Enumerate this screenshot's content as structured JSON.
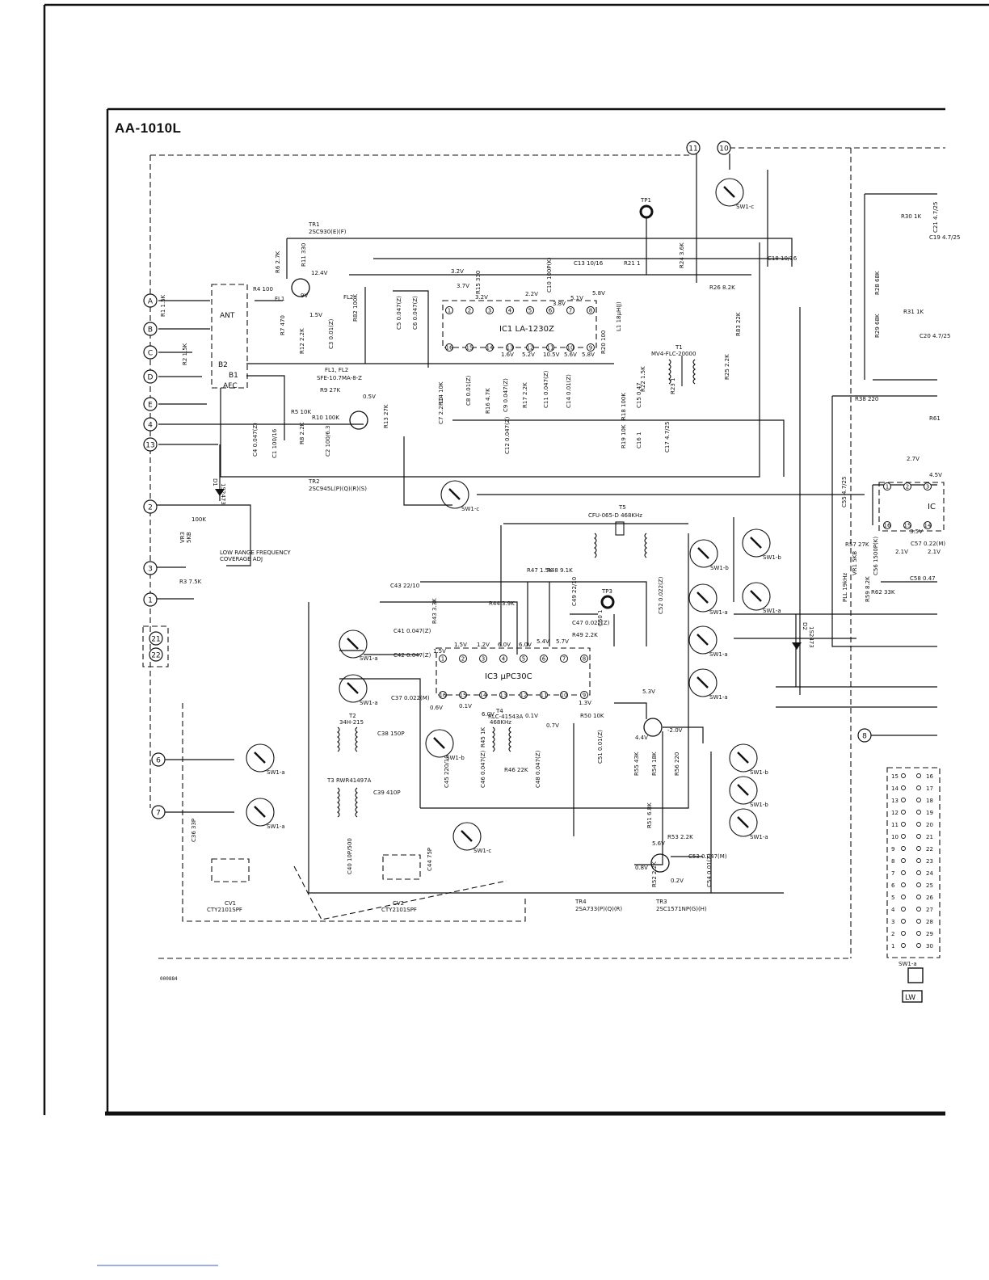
{
  "title": "AA-1010L",
  "doc_number": "000884",
  "connectors": [
    {
      "id": "A"
    },
    {
      "id": "B"
    },
    {
      "id": "C"
    },
    {
      "id": "D"
    },
    {
      "id": "E"
    },
    {
      "id": "4"
    },
    {
      "id": "13"
    },
    {
      "id": "2"
    },
    {
      "id": "3"
    },
    {
      "id": "1"
    },
    {
      "id": "21"
    },
    {
      "id": "22"
    },
    {
      "id": "6"
    },
    {
      "id": "7"
    },
    {
      "id": "11"
    },
    {
      "id": "10"
    },
    {
      "id": "8"
    }
  ],
  "module": {
    "ant": "ANT",
    "afc": "AFC",
    "b2": "B2",
    "b1": "B1"
  },
  "ics": [
    {
      "id": "ic1",
      "name": "IC1  LA-1230Z",
      "top_pins": [
        "1",
        "2",
        "3",
        "4",
        "5",
        "6",
        "7",
        "8"
      ],
      "bottom_pins": [
        "16",
        "15",
        "14",
        "13",
        "12",
        "11",
        "10",
        "9"
      ]
    },
    {
      "id": "ic3",
      "name": "IC3  μPC30C",
      "top_pins": [
        "1",
        "2",
        "3",
        "4",
        "5",
        "6",
        "7",
        "8"
      ],
      "bottom_pins": [
        "16",
        "15",
        "14",
        "13",
        "12",
        "11",
        "10",
        "9"
      ]
    },
    {
      "id": "ic2",
      "name": "IC",
      "top_pins": [
        "1",
        "2",
        "3"
      ],
      "bottom_pins": [
        "16",
        "15",
        "14"
      ]
    }
  ],
  "transistors": {
    "tr1": "TR1\n2SC930(E)(F)",
    "tr2": "TR2\n2SC945L(P)(Q)(R)(S)",
    "tr4": "TR4\n2SA733(P)(Q)(R)",
    "tr3": "TR3\n2SC1571NP(G)(H)"
  },
  "labels": {
    "tp1": "TP1",
    "tp3": "TP3",
    "fl12": "FL1, FL2",
    "sfe": "SFE-10.7MA-8-Z",
    "t1": "T1",
    "t1p": "MV4-FLC-20000",
    "t5": "T5",
    "t5p": "CFU-065-D 468KHz",
    "t2": "T2",
    "t2p": "34H-215",
    "t3": "T3 RWR41497A",
    "t4": "T4",
    "t4p": "RLC-41543A",
    "t4f": "468KHz",
    "d1": "D1",
    "d1p": "1S2473",
    "d2": "D2",
    "d2p": "1S2473",
    "vr3": "VR3",
    "vr3v": "5KB",
    "lowrange1": "LOW RANGE FREQUENCY",
    "lowrange2": "COVERAGE ADJ",
    "cv1": "CV1",
    "cv1p": "CTY2101SPF",
    "cv2": "CV2",
    "cv2p": "CTY2101SPF",
    "pll": "PLL 19kHz",
    "lw": "LW",
    "swi_a": "SW1-a"
  },
  "components": [
    "R1 1.5K",
    "R2 1.5K",
    "R4 100",
    "FL1",
    "FL2",
    "R6 2.7K",
    "R11 330",
    "R7 470",
    "R12 2.2K",
    "C3 0.01(Z)",
    "R82 100K",
    "R9 27K",
    "R10 100K",
    "R5 10K",
    "R8 2.2K",
    "C1 100/16",
    "C2 100/6.3",
    "C4 0.047(Z)",
    "R13 27K",
    "C5 0.047(Z)",
    "C6 0.047(Z)",
    "R15 330",
    "C10 100P(K)",
    "C13 10/16",
    "R21 1",
    "R24 3.6K",
    "R26 8.2K",
    "C18 10/16",
    "R20 100",
    "L1 18μH(J)",
    "R83 22K",
    "R25 2.2K",
    "R22 1.5K",
    "R23 1",
    "R14 10K",
    "C7 2.2 10",
    "C8 0.01(Z)",
    "R16 4.7K",
    "C9 0.047(Z)",
    "R17 2.2K",
    "C11 0.047(Z)",
    "C14 0.01(Z)",
    "R18 100K",
    "C15 0.47",
    "R19 10K",
    "C16 1",
    "C17 4.7/25",
    "C12 0.047(Z)",
    "R30 1K",
    "C21 4.7/25",
    "C19 4.7/25",
    "R28 68K",
    "R31 1K",
    "R29 68K",
    "C20 4.7/25",
    "R38 220",
    "R61",
    "C55 4.7/25",
    "R57 27K",
    "VR1 5KB",
    "C56 1500P(K)",
    "C57 0.22(M)",
    "C58 0.47",
    "R59 8.2K",
    "R62 33K",
    "C43 22/10",
    "R44 3.9K",
    "R47 1.5K",
    "R48 9.1K",
    "C49 22/10",
    "C47 0.022(Z)",
    "C50 1",
    "R49 2.2K",
    "C52 0.022(Z)",
    "R43 3.3K",
    "C41 0.047(Z)",
    "C42 0.047(Z)",
    "C37 0.022(M)",
    "C38 150P",
    "C39 410P",
    "R45 1K",
    "R46 22K",
    "C45 220/10",
    "C46 0.047(Z)",
    "C48 0.047(Z)",
    "R50 10K",
    "C51 0.01(Z)",
    "R55 43K",
    "R54 18K",
    "R56 220",
    "R51 6.8K",
    "R53 2.2K",
    "C53 0.047(M)",
    "R52 2.2K",
    "C54 0.01(Z)",
    "C36 33P",
    "C40 10P/500",
    "C44 75P",
    "R3 7.5K",
    "100K"
  ],
  "voltages": [
    "12.4V",
    "9V",
    "1.5V",
    "0.5V",
    "3.2V",
    "3.7V",
    "3.2V",
    "2.2V",
    "3.8V",
    "5.1V",
    "5.8V",
    "1.6V",
    "5.2V",
    "10.5V",
    "5.6V",
    "5.8V",
    "1.5V",
    "1.5V",
    "1.2V",
    "6.0V",
    "6.0V",
    "5.4V",
    "5.7V",
    "0.6V",
    "0.1V",
    "6.0V",
    "0.1V",
    "0.7V",
    "1.3V",
    "5.3V",
    "-2.0V",
    "4.4V",
    "5.6V",
    "0.8V",
    "0.2V",
    "2.7V",
    "4.5V",
    "2.1V",
    "3.5V",
    "2.1V"
  ],
  "switches": [
    "SW1-c",
    "SW1-c",
    "SW1-b",
    "SW1-b",
    "SW1-a",
    "SW1-a",
    "SW1-a",
    "SW1-a",
    "SW1-a",
    "SW1-a",
    "SW1-b",
    "SW1-a",
    "SW1-b",
    "SW1-a",
    "SW1-b",
    "SW1-a",
    "SW1-c"
  ],
  "switch_pins_left": [
    "15",
    "14",
    "13",
    "12",
    "11",
    "10",
    "9",
    "8",
    "7",
    "6",
    "5",
    "4",
    "3",
    "2",
    "1"
  ],
  "switch_pins_right": [
    "16",
    "17",
    "18",
    "19",
    "20",
    "21",
    "22",
    "23",
    "24",
    "25",
    "26",
    "27",
    "28",
    "29",
    "30"
  ]
}
